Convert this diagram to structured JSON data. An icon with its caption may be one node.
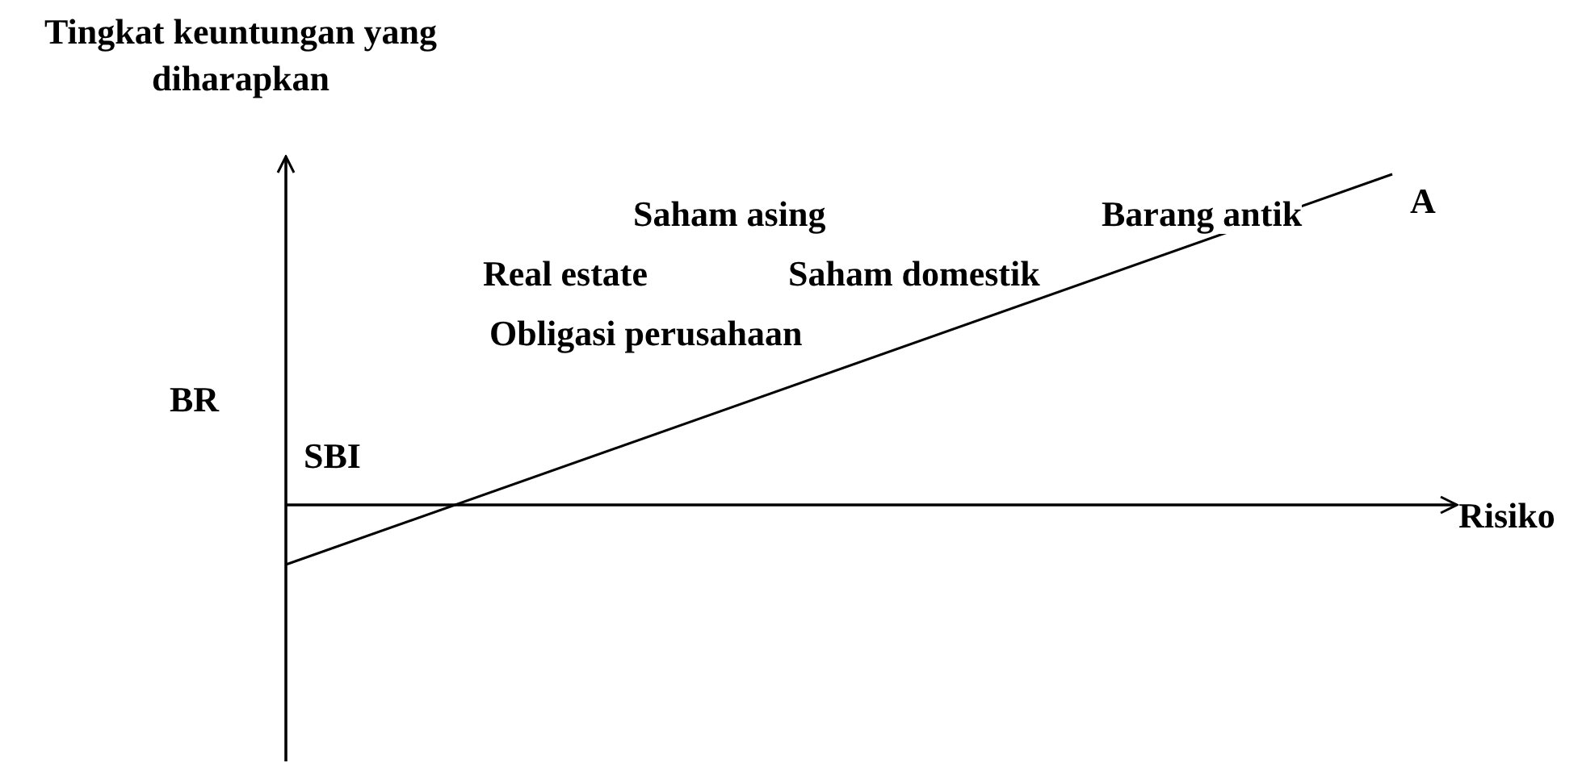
{
  "diagram": {
    "labels": [
      "Tingkat keuntungan yang diharapkan",
      "A",
      "Saham asing",
      "Barang antik",
      "Real estate",
      "Saham domestik",
      "Obligasi perusahaan",
      "BR",
      "SBI",
      "Risiko"
    ]
  }
}
